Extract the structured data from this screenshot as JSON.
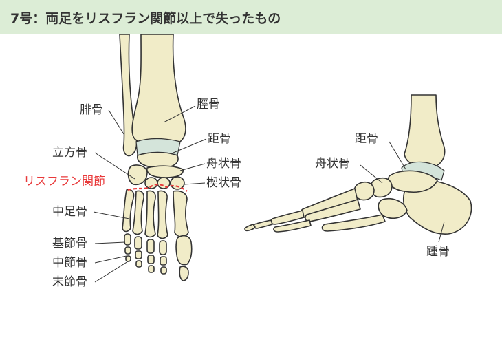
{
  "header": {
    "title": "7号：両足をリスフラン関節以上で失ったもの",
    "bg_color": "#dcedd6"
  },
  "front_view": {
    "labels": {
      "fibula": "腓骨",
      "tibia": "脛骨",
      "talus": "距骨",
      "cuboid": "立方骨",
      "navicular": "舟状骨",
      "lisfranc": "リスフラン関節",
      "cuneiform": "楔状骨",
      "metatarsal": "中足骨",
      "proximal_phalanx": "基節骨",
      "middle_phalanx": "中節骨",
      "distal_phalanx": "末節骨"
    }
  },
  "side_view": {
    "labels": {
      "talus": "距骨",
      "navicular": "舟状骨",
      "calcaneus": "踵骨"
    }
  },
  "colors": {
    "bone_fill": "#f1ecc8",
    "bone_stroke": "#333333",
    "cartilage": "#d4e4da",
    "lisfranc_line": "#e8393a",
    "text": "#333333"
  }
}
